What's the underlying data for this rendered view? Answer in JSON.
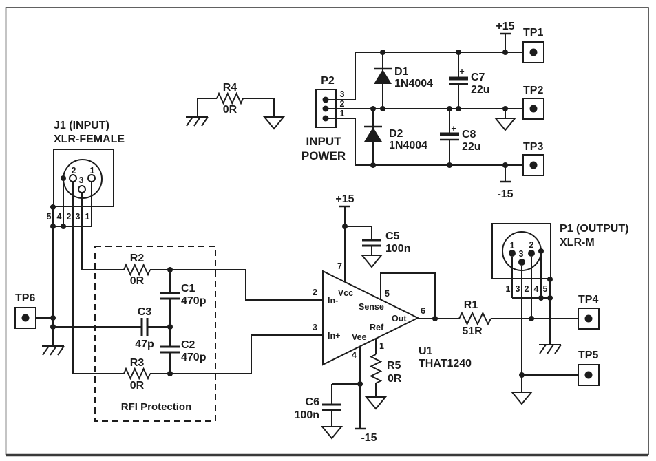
{
  "colors": {
    "ink": "#1c1c1c",
    "background": "#ffffff"
  },
  "power_section": {
    "p2": {
      "ref": "P2",
      "pin_labels": [
        "3",
        "2",
        "1"
      ],
      "name_line1": "INPUT",
      "name_line2": "POWER"
    },
    "d1": {
      "ref": "D1",
      "part": "1N4004"
    },
    "d2": {
      "ref": "D2",
      "part": "1N4004"
    },
    "c7": {
      "ref": "C7",
      "value": "22u",
      "polarity": "+"
    },
    "c8": {
      "ref": "C8",
      "value": "22u",
      "polarity": "+"
    },
    "plus15": "+15",
    "minus15": "-15",
    "tp1": "TP1",
    "tp2": "TP2",
    "tp3": "TP3"
  },
  "ground_link": {
    "r4": {
      "ref": "R4",
      "value": "0R"
    }
  },
  "input_section": {
    "title": "J1 (INPUT)",
    "subtitle": "XLR-FEMALE",
    "pin_labels": {
      "pin1": "1",
      "pin2": "2",
      "pin3": "3"
    },
    "terminals": [
      "5",
      "4",
      "2",
      "3",
      "1"
    ],
    "tp6": "TP6"
  },
  "rfi_box": {
    "title": "RFI Protection",
    "r2": {
      "ref": "R2",
      "value": "0R"
    },
    "r3": {
      "ref": "R3",
      "value": "0R"
    },
    "c1": {
      "ref": "C1",
      "value": "470p"
    },
    "c2": {
      "ref": "C2",
      "value": "470p"
    },
    "c3": {
      "ref": "C3",
      "value": "47p"
    }
  },
  "amplifier": {
    "plus15": "+15",
    "minus15": "-15",
    "u1": {
      "ref": "U1",
      "part": "THAT1240",
      "pins": {
        "vcc": {
          "num": "7",
          "name": "Vcc"
        },
        "in_minus": {
          "num": "2",
          "name": "In-"
        },
        "in_plus": {
          "num": "3",
          "name": "In+"
        },
        "sense": {
          "num": "5",
          "name": "Sense"
        },
        "out": {
          "num": "6",
          "name": "Out"
        },
        "ref": {
          "num": "1",
          "name": "Ref"
        },
        "vee": {
          "num": "4",
          "name": "Vee"
        }
      }
    },
    "c5": {
      "ref": "C5",
      "value": "100n"
    },
    "c6": {
      "ref": "C6",
      "value": "100n"
    },
    "r5": {
      "ref": "R5",
      "value": "0R"
    },
    "r1": {
      "ref": "R1",
      "value": "51R"
    }
  },
  "output_section": {
    "title": "P1 (OUTPUT)",
    "subtitle": "XLR-M",
    "pin_labels": {
      "pin1": "1",
      "pin2": "2",
      "pin3": "3"
    },
    "terminals": [
      "1",
      "3",
      "2",
      "4",
      "5"
    ],
    "tp4": "TP4",
    "tp5": "TP5"
  }
}
